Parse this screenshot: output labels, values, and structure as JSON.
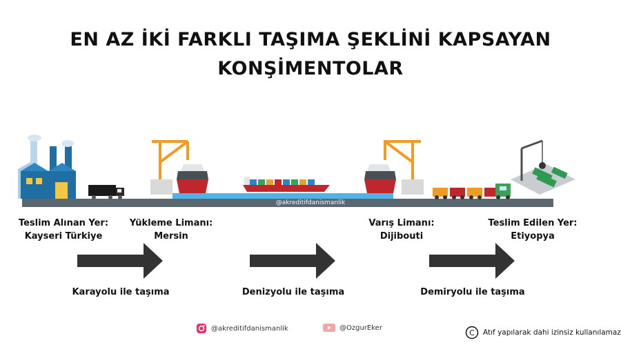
{
  "title": {
    "line1": "EN AZ İKİ FARKLI TAŞIMA ŞEKLİNİ KAPSAYAN",
    "line2": "KONŞİMENTOLAR"
  },
  "watermark": "@akreditifdanismanlik",
  "locations": [
    {
      "role": "Teslim Alınan Yer:",
      "name": "Kayseri Türkiye"
    },
    {
      "role": "Yükleme Limanı:",
      "name": "Mersin"
    },
    {
      "role": "Varış Limanı:",
      "name": "Dijibouti"
    },
    {
      "role": "Teslim Edilen Yer:",
      "name": "Etiyopya"
    }
  ],
  "modes": [
    "Karayolu ile taşıma",
    "Denizyolu ile taşıma",
    "Demiryolu ile taşıma"
  ],
  "footer": {
    "instagram": "@akreditifdanismanlik",
    "youtube": "@OzgurEker",
    "copyright": "Atıf yapılarak dahi izinsiz kullanılamaz"
  },
  "colors": {
    "ground": "#5b6770",
    "water": "#4fb3e8",
    "crane": "#f29b22",
    "ship_hull": "#c0272d",
    "arrow": "#333333"
  }
}
